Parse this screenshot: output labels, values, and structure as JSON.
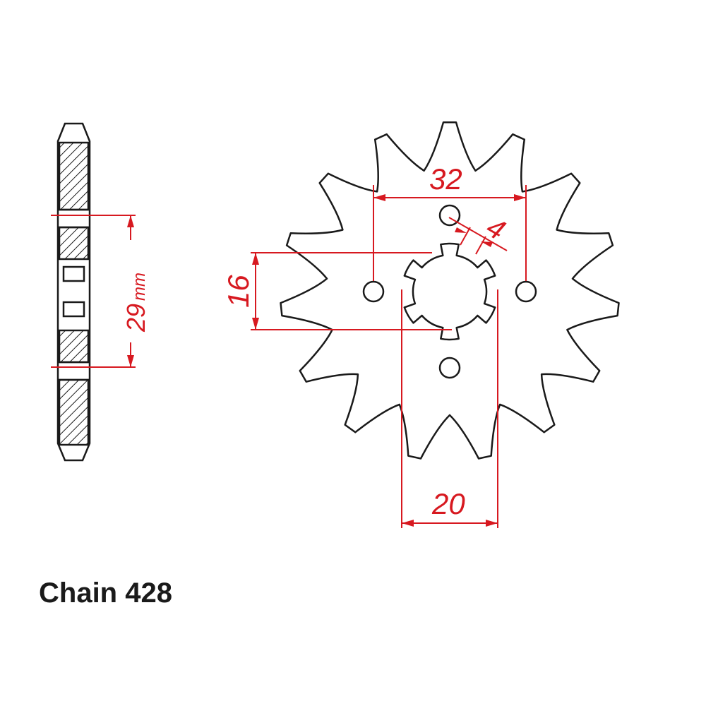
{
  "caption": "Chain 428",
  "dimensions": {
    "hole_spacing": "32",
    "hole_diameter": "4",
    "spline_inner": "16",
    "spline_outer": "20",
    "offset_value": "29",
    "offset_unit": "mm"
  },
  "colors": {
    "outline": "#1a1a1a",
    "dimension": "#d71920",
    "hatch": "#1a1a1a",
    "background": "#ffffff"
  }
}
